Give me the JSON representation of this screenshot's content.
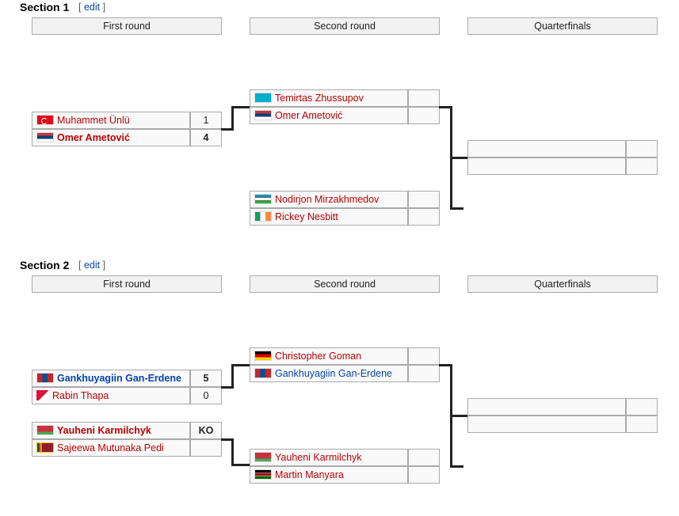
{
  "edit_label": "edit",
  "round_labels": [
    "First round",
    "Second round",
    "Quarterfinals"
  ],
  "sections": [
    {
      "title": "Section 1",
      "first_round": [
        {
          "slot": 1,
          "players": [
            {
              "name": "Muhammet Ünlü",
              "flag": "turkey-flag",
              "color": "red",
              "bold": false,
              "score": "1"
            },
            {
              "name": "Omer Ametović",
              "flag": "serbia-flag",
              "color": "red",
              "bold": true,
              "score": "4"
            }
          ]
        }
      ],
      "second_round": [
        {
          "slot": 0,
          "players": [
            {
              "name": "Temirtas Zhussupov",
              "flag": "kazakhstan-flag",
              "color": "red",
              "bold": false,
              "score": ""
            },
            {
              "name": "Omer Ametović",
              "flag": "serbia-flag",
              "color": "red",
              "bold": false,
              "score": ""
            }
          ]
        },
        {
          "slot": 1,
          "players": [
            {
              "name": "Nodirjon Mirzakhmedov",
              "flag": "uzbekistan-flag",
              "color": "red",
              "bold": false,
              "score": ""
            },
            {
              "name": "Rickey Nesbitt",
              "flag": "ireland-flag",
              "color": "red",
              "bold": false,
              "score": ""
            }
          ]
        }
      ],
      "quarterfinals": [
        {
          "players": [
            {
              "name": "",
              "score": ""
            },
            {
              "name": "",
              "score": ""
            }
          ]
        }
      ]
    },
    {
      "title": "Section 2",
      "first_round": [
        {
          "slot": 1,
          "players": [
            {
              "name": "Gankhuyagiin Gan-Erdene",
              "flag": "mongolia-flag",
              "color": "blue",
              "bold": true,
              "score": "5"
            },
            {
              "name": "Rabin Thapa",
              "flag": "nepal-flag",
              "color": "red",
              "bold": false,
              "score": "0"
            }
          ]
        },
        {
          "slot": 2,
          "players": [
            {
              "name": "Yauheni Karmilchyk",
              "flag": "belarus-flag",
              "color": "red",
              "bold": true,
              "score": "KO"
            },
            {
              "name": "Sajeewa Mutunaka Pedi",
              "flag": "sri-lanka-flag",
              "color": "red",
              "bold": false,
              "score": ""
            }
          ]
        }
      ],
      "second_round": [
        {
          "slot": 0,
          "players": [
            {
              "name": "Christopher Goman",
              "flag": "germany-flag",
              "color": "red",
              "bold": false,
              "score": ""
            },
            {
              "name": "Gankhuyagiin Gan-Erdene",
              "flag": "mongolia-flag",
              "color": "blue",
              "bold": false,
              "score": ""
            }
          ]
        },
        {
          "slot": 1,
          "players": [
            {
              "name": "Yauheni Karmilchyk",
              "flag": "belarus-flag",
              "color": "red",
              "bold": false,
              "score": ""
            },
            {
              "name": "Martin Manyara",
              "flag": "kenya-flag",
              "color": "red",
              "bold": false,
              "score": ""
            }
          ]
        }
      ],
      "quarterfinals": [
        {
          "players": [
            {
              "name": "",
              "score": ""
            },
            {
              "name": "",
              "score": ""
            }
          ]
        }
      ]
    }
  ]
}
